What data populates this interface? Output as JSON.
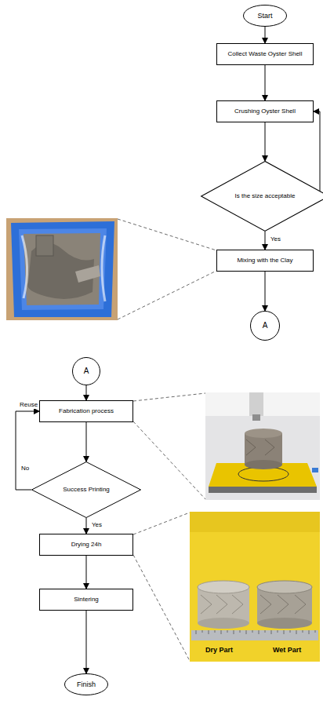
{
  "diagram": {
    "nodes": [
      {
        "text": [
          "Start"
        ]
      },
      {
        "text": [
          "Collect Waste Oyster Shell"
        ]
      },
      {
        "text": [
          "Crushing Oyster Shell"
        ]
      },
      {
        "text": [
          "Is the size acceptable"
        ]
      },
      {
        "text": [
          "Mixing with the Clay"
        ]
      },
      {
        "text": [
          "A"
        ]
      },
      {
        "text": [
          "A"
        ]
      },
      {
        "text": [
          "Fabrication process"
        ]
      },
      {
        "text": [
          "Success Printing"
        ]
      },
      {
        "text": [
          "Drying 24h"
        ]
      },
      {
        "text": [
          "Sintering"
        ]
      },
      {
        "text": [
          "Finish"
        ]
      }
    ],
    "edges": [
      {
        "from": 0,
        "to": 1,
        "arrow": "to"
      },
      {
        "from": 1,
        "to": 2,
        "arrow": "to"
      },
      {
        "from": 2,
        "to": 3,
        "arrow": "to"
      },
      {
        "from": 3,
        "to": 2,
        "arrow": "to"
      },
      {
        "from": 3,
        "to": 4,
        "label": "Yes",
        "arrow": "to"
      },
      {
        "from": 4,
        "to": 5,
        "arrow": "to"
      },
      {
        "from": 6,
        "to": 7,
        "arrow": "to"
      },
      {
        "from": 7,
        "to": 8,
        "arrow": "to"
      },
      {
        "from": 8,
        "to": 7,
        "label": "No",
        "arrow": "to"
      },
      {
        "from": 8,
        "to": 9,
        "label": "Yes",
        "arrow": "to"
      },
      {
        "from": 9,
        "to": 10,
        "arrow": "to"
      },
      {
        "from": 10,
        "to": 11,
        "arrow": "to"
      }
    ],
    "labels": [
      "Reuse",
      "Dry Part",
      "Wet Part"
    ]
  }
}
